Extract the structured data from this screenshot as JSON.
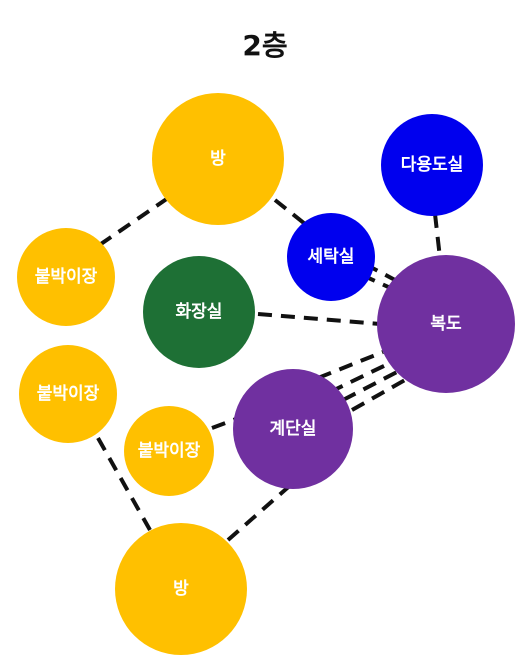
{
  "title": "2층",
  "colors": {
    "room": "#FFC000",
    "utility": "#0000EE",
    "bathroom": "#1E7035",
    "circulation": "#7030A0"
  },
  "nodes": [
    {
      "id": "room-top",
      "label": "방",
      "color_key": "room"
    },
    {
      "id": "closet-1",
      "label": "붙박이장",
      "color_key": "room"
    },
    {
      "id": "closet-2",
      "label": "붙박이장",
      "color_key": "room"
    },
    {
      "id": "closet-3",
      "label": "붙박이장",
      "color_key": "room"
    },
    {
      "id": "room-bottom",
      "label": "방",
      "color_key": "room"
    },
    {
      "id": "multipurpose-room",
      "label": "다용도실",
      "color_key": "utility"
    },
    {
      "id": "laundry-room",
      "label": "세탁실",
      "color_key": "utility"
    },
    {
      "id": "bathroom",
      "label": "화장실",
      "color_key": "bathroom"
    },
    {
      "id": "hallway",
      "label": "복도",
      "color_key": "circulation"
    },
    {
      "id": "stair-room",
      "label": "계단실",
      "color_key": "circulation"
    }
  ],
  "edges": [
    {
      "from": "room-top",
      "to": "closet-1"
    },
    {
      "from": "room-top",
      "to": "laundry-room"
    },
    {
      "from": "multipurpose-room",
      "to": "hallway"
    },
    {
      "from": "laundry-room",
      "to": "hallway"
    },
    {
      "from": "bathroom",
      "to": "hallway"
    },
    {
      "from": "stair-room",
      "to": "hallway"
    },
    {
      "from": "closet-3",
      "to": "stair-room"
    },
    {
      "from": "closet-2",
      "to": "room-bottom"
    },
    {
      "from": "room-bottom",
      "to": "stair-room"
    }
  ]
}
